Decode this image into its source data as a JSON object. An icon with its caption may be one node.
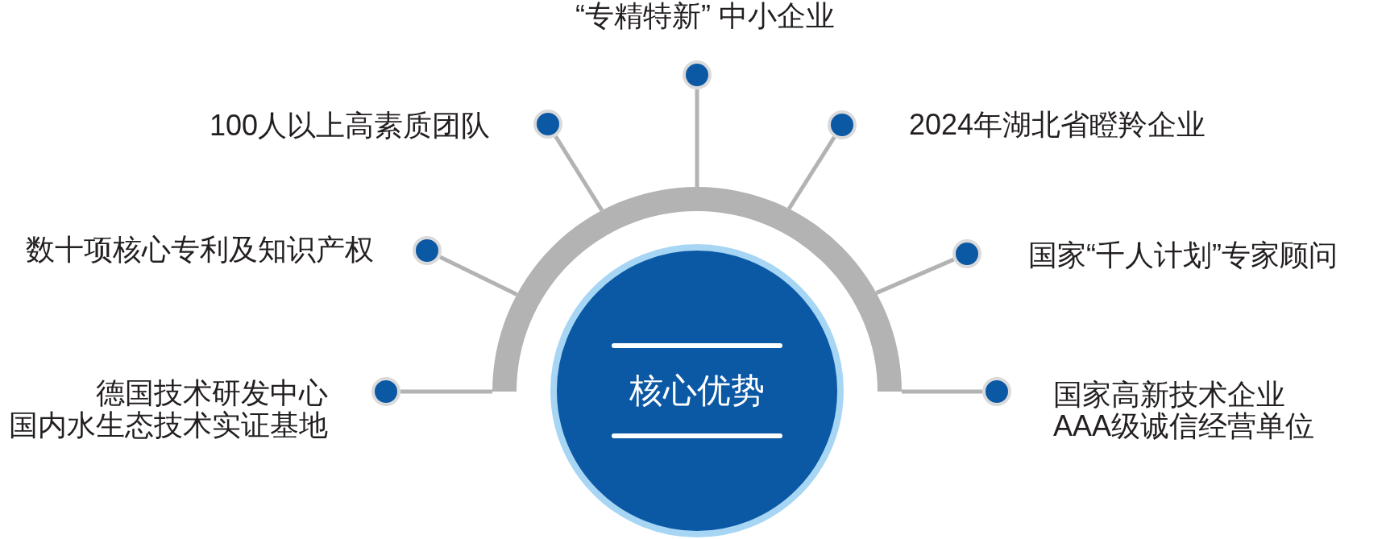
{
  "diagram": {
    "nodes": [
      {
        "text": [
          "核心优势"
        ]
      },
      {
        "text": [],
        "shape": "arc"
      },
      {
        "text": [],
        "shape": "circle",
        "beside": [
          "“专精特新” 中小企业"
        ]
      },
      {
        "text": [],
        "shape": "circle",
        "beside": [
          "100人以上高素质团队"
        ]
      },
      {
        "text": [],
        "shape": "circle",
        "beside": [
          "2024年湖北省瞪羚企业"
        ]
      },
      {
        "text": [],
        "shape": "circle",
        "beside": [
          "数十项核心专利及知识产权"
        ]
      },
      {
        "text": [],
        "shape": "circle",
        "beside": [
          "国家“千人计划”专家顾问"
        ]
      },
      {
        "text": [],
        "shape": "circle",
        "beside": [
          "德国技术研发中心",
          "国内水生态技术实证基地"
        ]
      },
      {
        "text": [],
        "shape": "circle",
        "beside": [
          "国家高新技术企业",
          "AAA级诚信经营单位"
        ]
      }
    ],
    "edges": [
      {
        "from": 1,
        "to": 2,
        "arrow": "none"
      },
      {
        "from": 1,
        "to": 3,
        "arrow": "none"
      },
      {
        "from": 1,
        "to": 4,
        "arrow": "none"
      },
      {
        "from": 1,
        "to": 5,
        "arrow": "none"
      },
      {
        "from": 1,
        "to": 6,
        "arrow": "none"
      },
      {
        "from": 1,
        "to": 7,
        "arrow": "none"
      },
      {
        "from": 1,
        "to": 8,
        "arrow": "none"
      }
    ]
  }
}
